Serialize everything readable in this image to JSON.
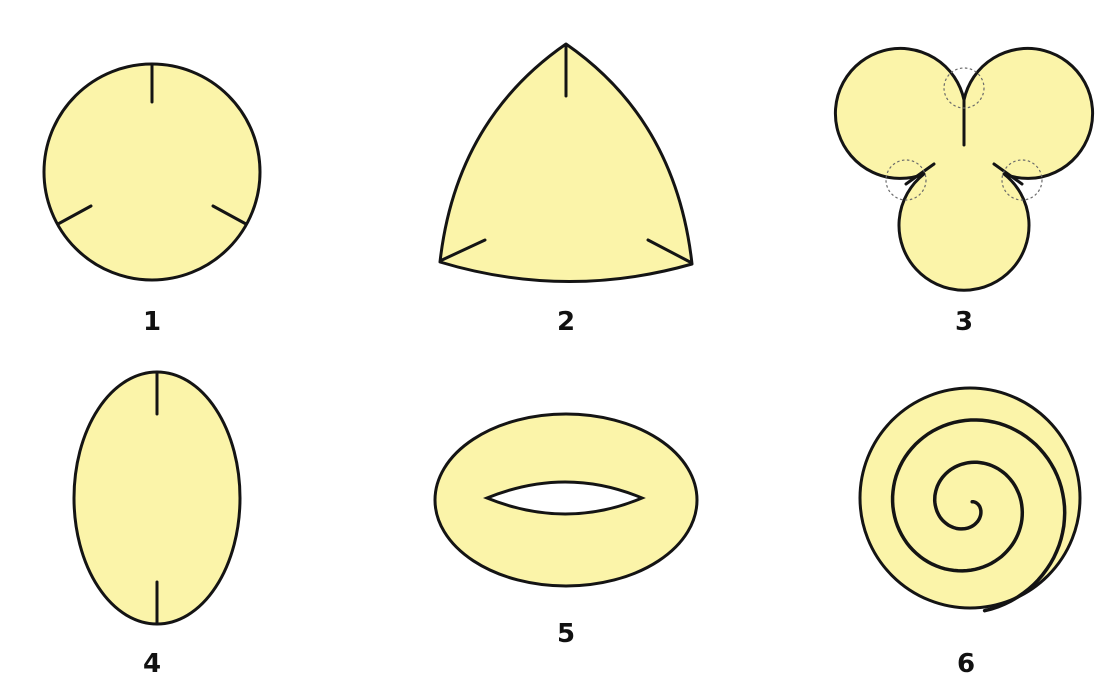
{
  "colors": {
    "fill": "#fbf4a9",
    "stroke": "#141414",
    "background": "#ffffff"
  },
  "figures": [
    {
      "label": "1",
      "shape": "circle",
      "slits": 3
    },
    {
      "label": "2",
      "shape": "curved-triangle",
      "slits": 3
    },
    {
      "label": "3",
      "shape": "trefoil",
      "slits": 3
    },
    {
      "label": "4",
      "shape": "ellipse",
      "slits": 2
    },
    {
      "label": "5",
      "shape": "torus",
      "slits": 0
    },
    {
      "label": "6",
      "shape": "spiral-disc",
      "slits": 0
    }
  ]
}
